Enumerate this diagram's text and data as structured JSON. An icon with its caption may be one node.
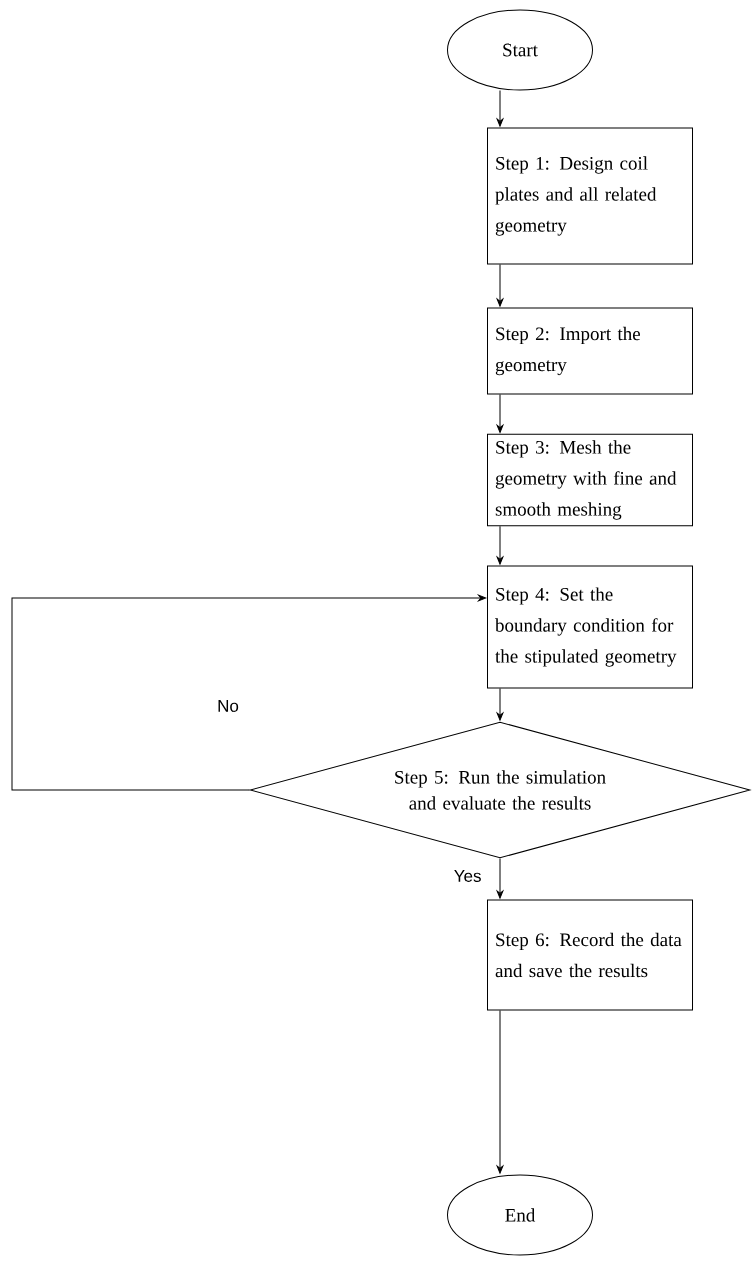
{
  "diagram": {
    "nodes": [
      {
        "text": [
          "Start"
        ]
      },
      {
        "text": [
          "Step 1: Design coil plates and all related geometry"
        ]
      },
      {
        "text": [
          "Step 2: Import the geometry"
        ]
      },
      {
        "text": [
          "Step 3: Mesh the geometry with fine and smooth meshing"
        ]
      },
      {
        "text": [
          "Step 4: Set the boundary condition for the stipulated geometry"
        ]
      },
      {
        "text": [
          "Step 5: Run the simulation and evaluate the results"
        ]
      },
      {
        "text": [
          "Step 6: Record the data and save the results"
        ]
      },
      {
        "text": [
          "End"
        ]
      }
    ],
    "edges": [
      {
        "from": 0,
        "to": 1,
        "arrow": "to"
      },
      {
        "from": 1,
        "to": 2,
        "arrow": "to"
      },
      {
        "from": 2,
        "to": 3,
        "arrow": "to"
      },
      {
        "from": 3,
        "to": 4,
        "arrow": "to"
      },
      {
        "from": 4,
        "to": 5,
        "arrow": "to"
      },
      {
        "from": 5,
        "to": 6,
        "arrow": "to",
        "label": "Yes"
      },
      {
        "from": 6,
        "to": 7,
        "arrow": "to"
      },
      {
        "from": 5,
        "to": 4,
        "arrow": "to",
        "label": "No"
      }
    ]
  }
}
